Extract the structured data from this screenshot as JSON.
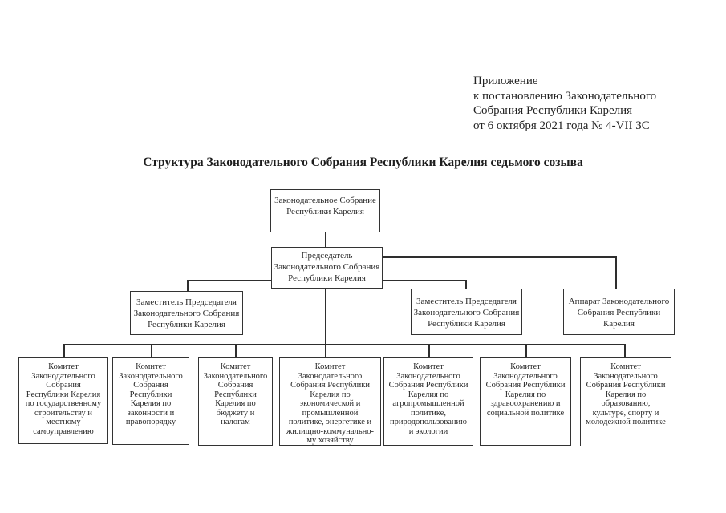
{
  "colors": {
    "background": "#ffffff",
    "text": "#2a2a2a",
    "line": "#2e2e2e"
  },
  "header": {
    "lines": [
      "Приложение",
      "к постановлению Законодательного",
      "Собрания Республики Карелия",
      "от 6 октября 2021 года № 4-VII ЗС"
    ]
  },
  "title": "Структура Законодательного Собрания Республики Карелия седьмого созыва",
  "org": {
    "assembly": "Законодательное Собрание\nРеспублики Карелия",
    "chairman": "Председатель\nЗаконодательного Собрания\nРеспублики Карелия",
    "deputy_left": "Заместитель Председателя\nЗаконодательного Собрания\nРеспублики Карелия",
    "deputy_right": "Заместитель Председателя\nЗаконодательного Собрания\nРеспублики Карелия",
    "apparatus": "Аппарат Законодательного\nСобрания Республики\nКарелия",
    "committees": [
      "Комитет\nЗаконодательного\nСобрания\nРеспублики Карелия\nпо государственному\nстроительству и\nместному\nсамоуправлению",
      "Комитет\nЗаконодательного\nСобрания\nРеспублики\nКарелия по\nзаконности и\nправопорядку",
      "Комитет\nЗаконодательного\nСобрания\nРеспублики\nКарелия по\nбюджету и\nналогам",
      "Комитет\nЗаконодательного\nСобрания Республики\nКарелия по\nэкономической и\nпромышленной\nполитике, энергетике и\nжилищно-коммунально-\nму хозяйству",
      "Комитет\nЗаконодательного\nСобрания Республики\nКарелия по\nагропромышленной\nполитике,\nприродопользованию\nи экологии",
      "Комитет\nЗаконодательного\nСобрания Республики\nКарелия по\nздравоохранению и\nсоциальной политике",
      "Комитет\nЗаконодательного\nСобрания Республики\nКарелия по\nобразованию,\nкультуре, спорту и\nмолодежной политике"
    ]
  }
}
